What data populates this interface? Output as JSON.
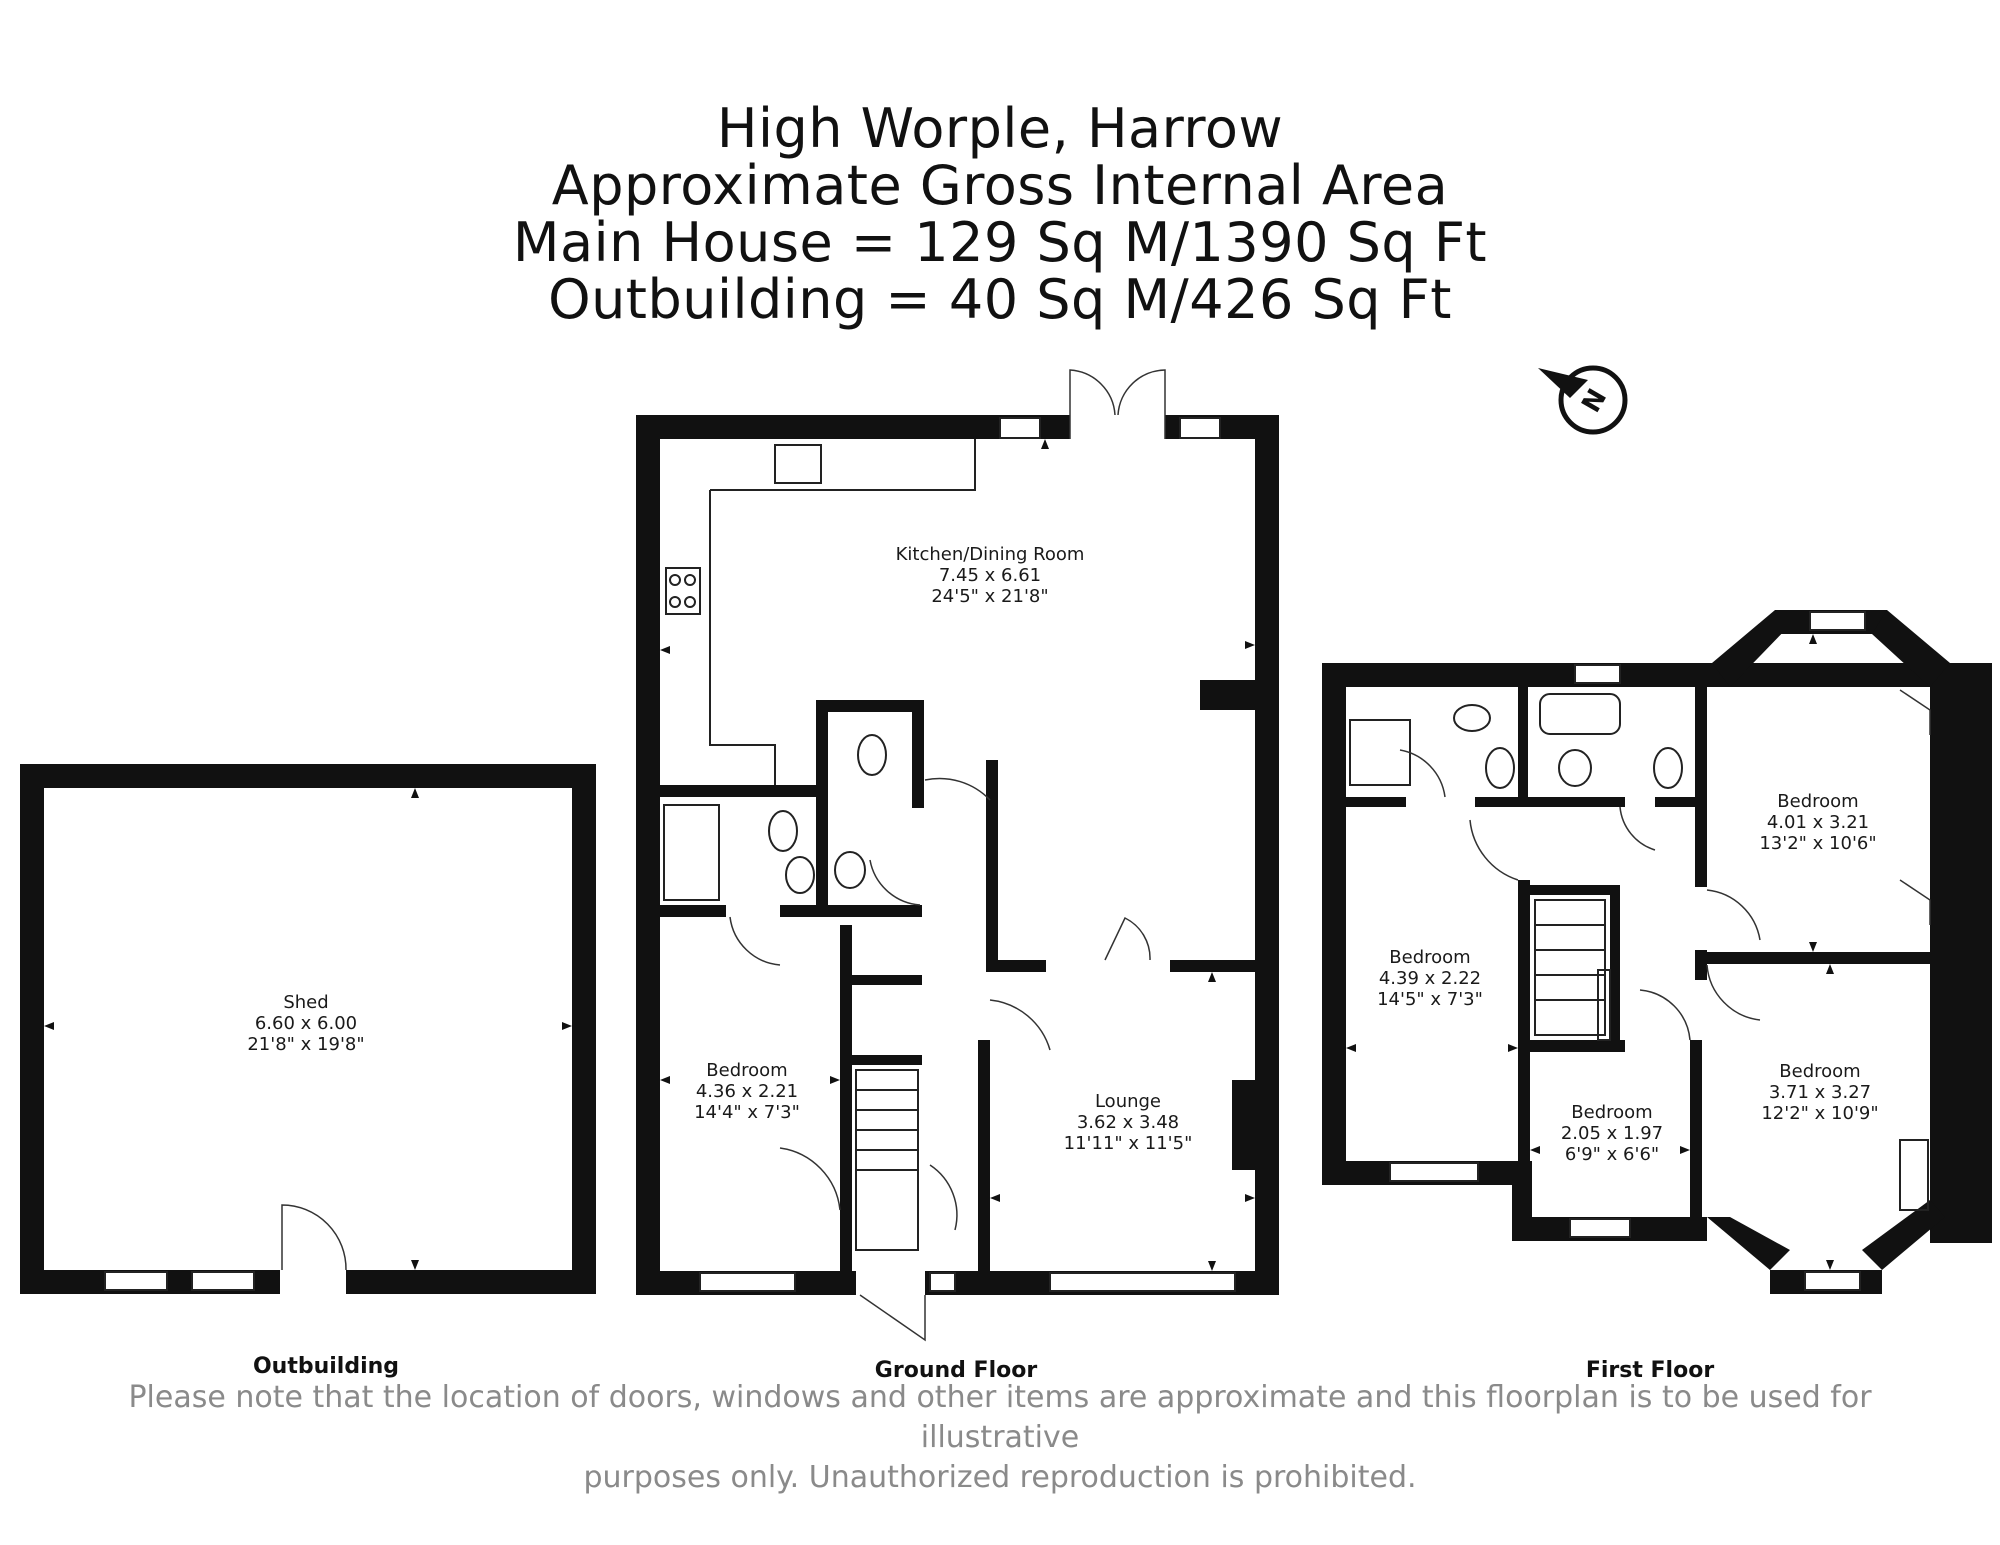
{
  "title": {
    "line1": "High Worple, Harrow",
    "line2": "Approximate Gross Internal Area",
    "line3": "Main House = 129 Sq M/1390 Sq Ft",
    "line4": "Outbuilding = 40 Sq M/426 Sq Ft"
  },
  "compass": {
    "letter": "N"
  },
  "floors": {
    "outbuilding": "Outbuilding",
    "ground": "Ground Floor",
    "first": "First Floor"
  },
  "rooms": {
    "shed": {
      "name": "Shed",
      "metric": "6.60 x 6.00",
      "imperial": "21'8\" x 19'8\""
    },
    "kitchen": {
      "name": "Kitchen/Dining Room",
      "metric": "7.45 x 6.61",
      "imperial": "24'5\" x 21'8\""
    },
    "ground_bedroom": {
      "name": "Bedroom",
      "metric": "4.36 x 2.21",
      "imperial": "14'4\" x 7'3\""
    },
    "lounge": {
      "name": "Lounge",
      "metric": "3.62 x 3.48",
      "imperial": "11'11\" x 11'5\""
    },
    "bedroom_left": {
      "name": "Bedroom",
      "metric": "4.39 x 2.22",
      "imperial": "14'5\" x 7'3\""
    },
    "bedroom_top_right": {
      "name": "Bedroom",
      "metric": "4.01 x 3.21",
      "imperial": "13'2\" x 10'6\""
    },
    "bedroom_small": {
      "name": "Bedroom",
      "metric": "2.05 x 1.97",
      "imperial": "6'9\" x 6'6\""
    },
    "bedroom_bottom_right": {
      "name": "Bedroom",
      "metric": "3.71 x 3.27",
      "imperial": "12'2\" x 10'9\""
    }
  },
  "disclaimer": {
    "line1": "Please note that the location of doors, windows and other items are approximate and this floorplan is to be used for illustrative",
    "line2": "purposes only. Unauthorized reproduction is prohibited."
  }
}
